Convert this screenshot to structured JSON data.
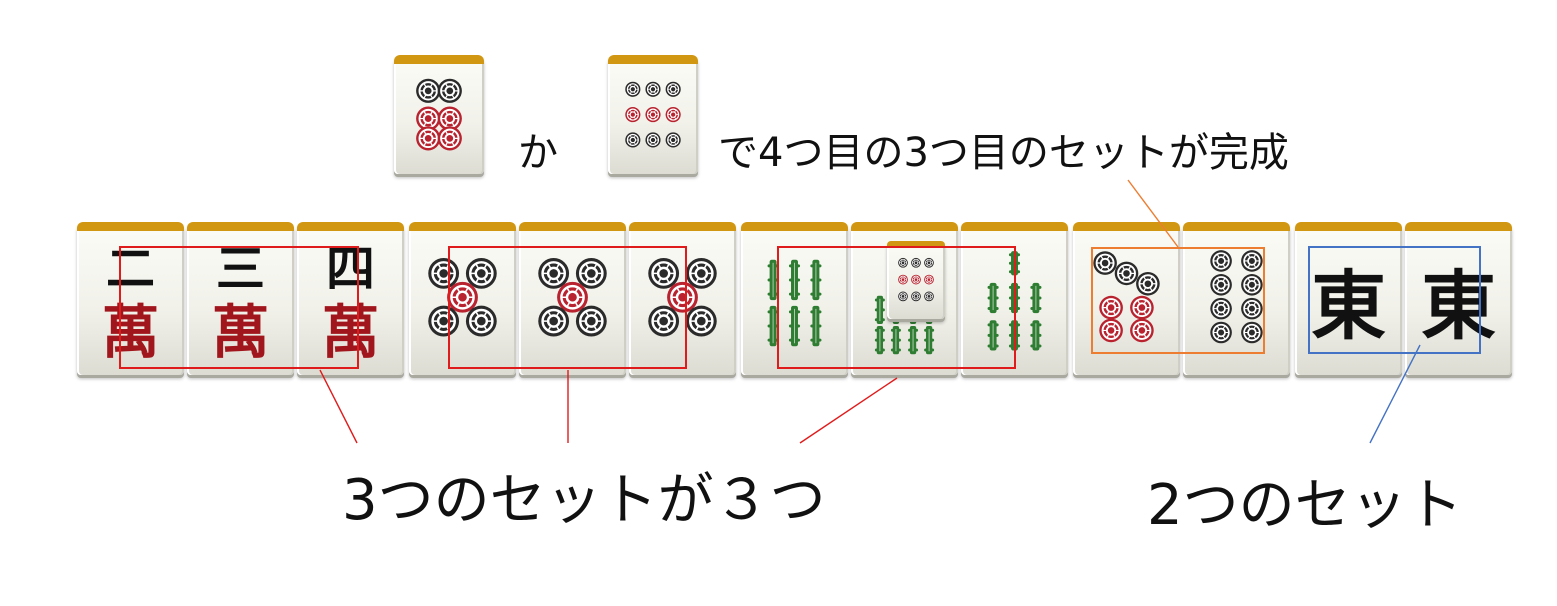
{
  "labels": {
    "or": "か",
    "complete": "で4つ目の3つ目のセットが完成",
    "three_sets": "3つのセットが３つ",
    "two_set": "2つのセット"
  },
  "hand": {
    "tiles": [
      {
        "suit": "man",
        "rank": 2,
        "numeral": "二",
        "kanji": "萬"
      },
      {
        "suit": "man",
        "rank": 3,
        "numeral": "三",
        "kanji": "萬"
      },
      {
        "suit": "man",
        "rank": 4,
        "numeral": "四",
        "kanji": "萬"
      },
      {
        "suit": "pin",
        "rank": 5
      },
      {
        "suit": "pin",
        "rank": 5
      },
      {
        "suit": "pin",
        "rank": 5
      },
      {
        "suit": "sou",
        "rank": 6
      },
      {
        "suit": "sou",
        "rank": 8
      },
      {
        "suit": "sou",
        "rank": 7
      },
      {
        "suit": "pin",
        "rank": 7
      },
      {
        "suit": "pin",
        "rank": 8
      },
      {
        "suit": "honor",
        "name": "east",
        "kanji": "東"
      },
      {
        "suit": "honor",
        "name": "east",
        "kanji": "東"
      }
    ]
  },
  "waits": [
    {
      "suit": "pin",
      "rank": 6
    },
    {
      "suit": "pin",
      "rank": 9
    }
  ],
  "inset_tile": {
    "suit": "pin",
    "rank": 9
  },
  "colors": {
    "tile_top": "#d29712",
    "set_box": "#e01b1b",
    "wait_box": "#ed7d31",
    "pair_box": "#4472c4",
    "pin_black": "#2b2b2b",
    "pin_red": "#b8232f",
    "sou_green": "#2f7d32",
    "man_red": "#a1161c"
  }
}
